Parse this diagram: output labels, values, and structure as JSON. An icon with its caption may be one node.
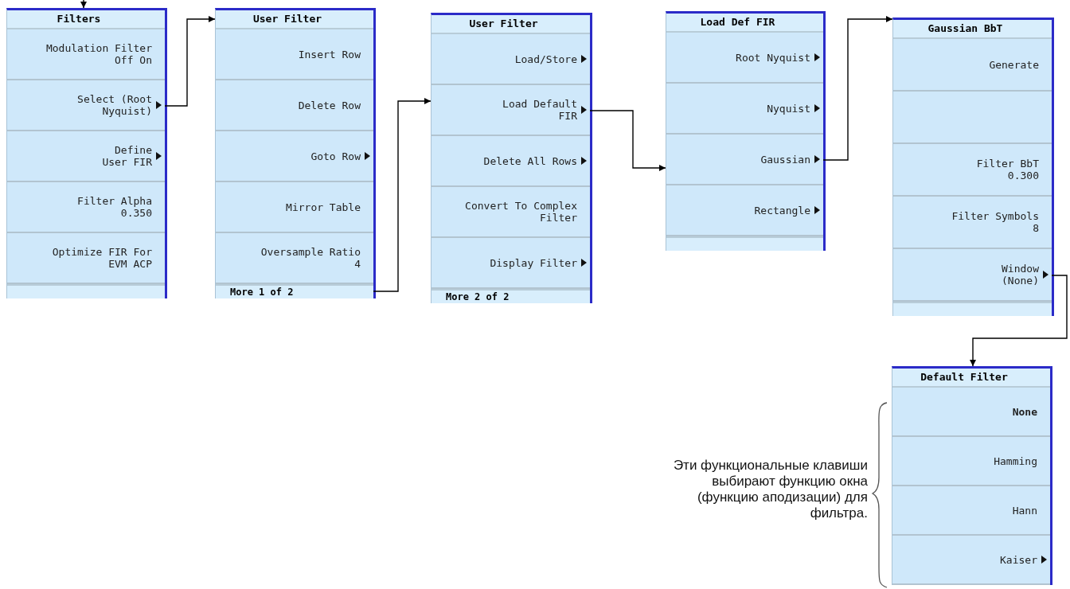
{
  "diagram": {
    "nodes": [
      {
        "text": [
          "Filters"
        ]
      },
      {
        "text": [
          "Modulation Filter",
          "Off On"
        ],
        "in": 0
      },
      {
        "text": [
          "Select (Root Nyquist)"
        ],
        "in": 0
      },
      {
        "text": [
          "Define User FIR"
        ],
        "in": 0
      },
      {
        "text": [
          "Filter Alpha",
          "0.350"
        ],
        "in": 0
      },
      {
        "text": [
          "Optimize FIR For",
          "EVM ACP"
        ],
        "in": 0
      },
      {
        "text": [],
        "shape": "bar",
        "in": 0
      },
      {
        "text": [
          "User Filter"
        ]
      },
      {
        "text": [
          "Insert Row"
        ],
        "in": 7
      },
      {
        "text": [
          "Delete Row"
        ],
        "in": 7
      },
      {
        "text": [
          "Goto Row"
        ],
        "in": 7
      },
      {
        "text": [
          "Mirror Table"
        ],
        "in": 7
      },
      {
        "text": [
          "Oversample Ratio",
          "4"
        ],
        "in": 7
      },
      {
        "text": [
          "More 1 of 2"
        ],
        "in": 7
      },
      {
        "text": [
          "User Filter"
        ]
      },
      {
        "text": [
          "Load/Store"
        ],
        "in": 14
      },
      {
        "text": [
          "Load Default FIR"
        ],
        "in": 14
      },
      {
        "text": [
          "Delete All Rows"
        ],
        "in": 14
      },
      {
        "text": [
          "Convert To Complex Filter"
        ],
        "in": 14
      },
      {
        "text": [
          "Display Filter"
        ],
        "in": 14
      },
      {
        "text": [
          "More 2 of 2"
        ],
        "in": 14
      },
      {
        "text": [
          "Load Def FIR"
        ]
      },
      {
        "text": [
          "Root Nyquist"
        ],
        "in": 21
      },
      {
        "text": [
          "Nyquist"
        ],
        "in": 21
      },
      {
        "text": [
          "Gaussian"
        ],
        "in": 21
      },
      {
        "text": [
          "Rectangle"
        ],
        "in": 21
      },
      {
        "text": [],
        "shape": "bar",
        "in": 21
      },
      {
        "text": [
          "Gaussian BbT"
        ]
      },
      {
        "text": [
          "Generate"
        ],
        "in": 27
      },
      {
        "text": [],
        "shape": "box",
        "in": 27
      },
      {
        "text": [
          "Filter BbT",
          "0.300"
        ],
        "in": 27
      },
      {
        "text": [
          "Filter Symbols",
          "8"
        ],
        "in": 27
      },
      {
        "text": [
          "Window (None)"
        ],
        "in": 27
      },
      {
        "text": [],
        "shape": "bar",
        "in": 27
      },
      {
        "text": [
          "Default Filter"
        ]
      },
      {
        "text": [
          "None"
        ],
        "in": 34
      },
      {
        "text": [
          "Hamming"
        ],
        "in": 34
      },
      {
        "text": [
          "Hann"
        ],
        "in": 34
      },
      {
        "text": [
          "Kaiser"
        ],
        "in": 34
      }
    ],
    "edges": [
      {
        "from": null,
        "to": 0,
        "arrow": "to"
      },
      {
        "from": 2,
        "to": 7,
        "arrow": "to"
      },
      {
        "from": 13,
        "to": 14,
        "arrow": "to"
      },
      {
        "from": 16,
        "to": 21,
        "arrow": "to"
      },
      {
        "from": 24,
        "to": 27,
        "arrow": "to"
      },
      {
        "from": 32,
        "to": 34,
        "arrow": "to"
      }
    ],
    "labels": [
      "Эти функциональные клавиши выбирают функцию окна (функцию аподизации) для фильтра."
    ]
  }
}
